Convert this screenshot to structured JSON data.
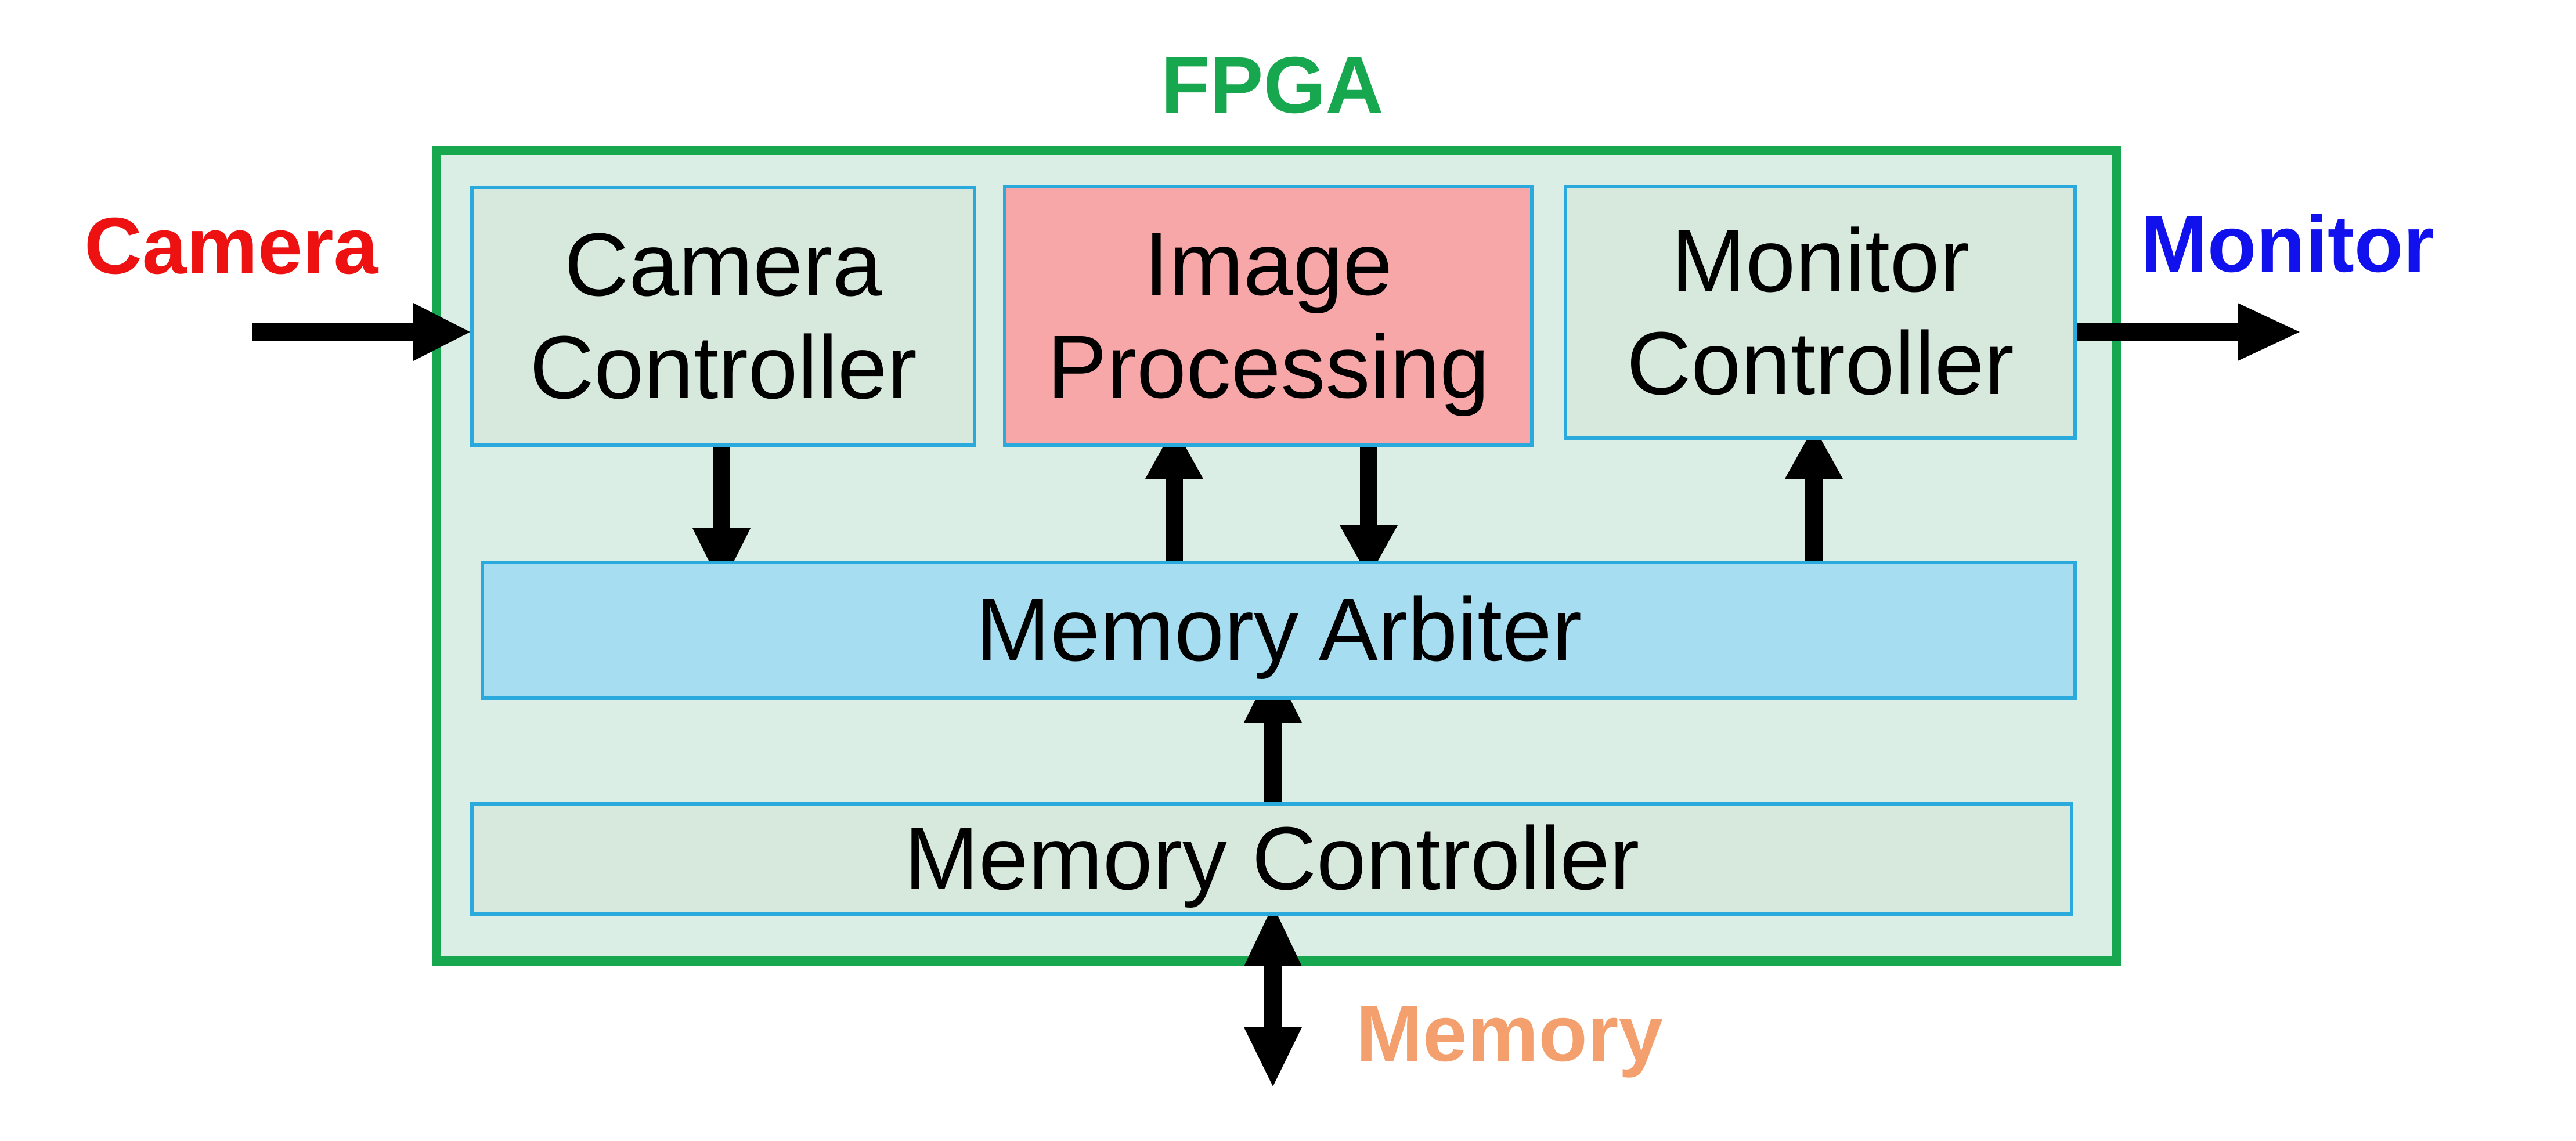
{
  "labels": {
    "fpga": "FPGA",
    "camera": "Camera",
    "monitor": "Monitor",
    "memory": "Memory"
  },
  "blocks": {
    "camera_controller": [
      "Camera",
      "Controller"
    ],
    "image_processing": [
      "Image",
      "Processing"
    ],
    "monitor_controller": [
      "Monitor",
      "Controller"
    ],
    "memory_arbiter": "Memory Arbiter",
    "memory_controller": "Memory Controller"
  },
  "colors": {
    "fpga_border": "#17a84f",
    "fpga_fill": "#dbeee6",
    "block_border": "#2aa9dc",
    "controller_fill": "#d6e9dc",
    "image_processing_fill": "#f7a7a8",
    "arbiter_fill": "#a6ddf1",
    "camera_label": "#ee1111",
    "monitor_label": "#1111ee",
    "memory_label": "#f4a06e",
    "fpga_label": "#17a84f"
  }
}
